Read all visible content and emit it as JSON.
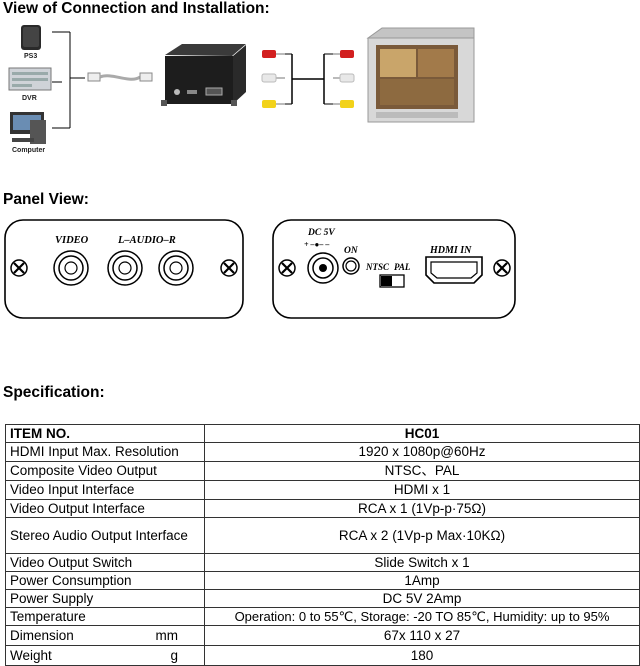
{
  "headings": {
    "connection": "View of Connection and Installation:",
    "panel": "Panel View:",
    "specification": "Specification:"
  },
  "devices": {
    "ps3": "PS3",
    "dvr": "DVR",
    "computer": "Computer"
  },
  "panel": {
    "left": {
      "video": "VIDEO",
      "audio": "L–AUDIO–R"
    },
    "right": {
      "dc": "DC 5V",
      "polarity": "+ –●– –",
      "on": "ON",
      "ntsc": "NTSC",
      "pal": "PAL",
      "hdmi_in": "HDMI IN"
    }
  },
  "spec": {
    "header": [
      "ITEM NO.",
      "HC01"
    ],
    "rows": [
      {
        "label": "HDMI Input Max. Resolution",
        "unit": "",
        "value": "1920 x 1080p@60Hz"
      },
      {
        "label": "Composite Video Output",
        "unit": "",
        "value": "NTSC、PAL"
      },
      {
        "label": "Video Input Interface",
        "unit": "",
        "value": "HDMI x 1"
      },
      {
        "label": "Video Output Interface",
        "unit": "",
        "value": "RCA x 1 (1Vp-p·75Ω)"
      },
      {
        "label": "Stereo Audio Output Interface",
        "unit": "",
        "value": "RCA x 2 (1Vp-p Max·10KΩ)"
      },
      {
        "label": "Video Output Switch",
        "unit": "",
        "value": "Slide Switch x 1"
      },
      {
        "label": "Power Consumption",
        "unit": "",
        "value": "1Amp"
      },
      {
        "label": "Power Supply",
        "unit": "",
        "value": "DC 5V 2Amp"
      },
      {
        "label": "Temperature",
        "unit": "",
        "value": "Operation: 0 to 55℃, Storage: -20 TO 85℃, Humidity: up to 95%"
      },
      {
        "label": "Dimension",
        "unit": "mm",
        "value": "67x 110 x 27"
      },
      {
        "label": "Weight",
        "unit": "g",
        "value": "180"
      }
    ]
  },
  "colors": {
    "rca_red": "#d21f1f",
    "rca_white": "#e8e8e8",
    "rca_yellow": "#f2d21a",
    "device_body": "#1d1d1d"
  }
}
